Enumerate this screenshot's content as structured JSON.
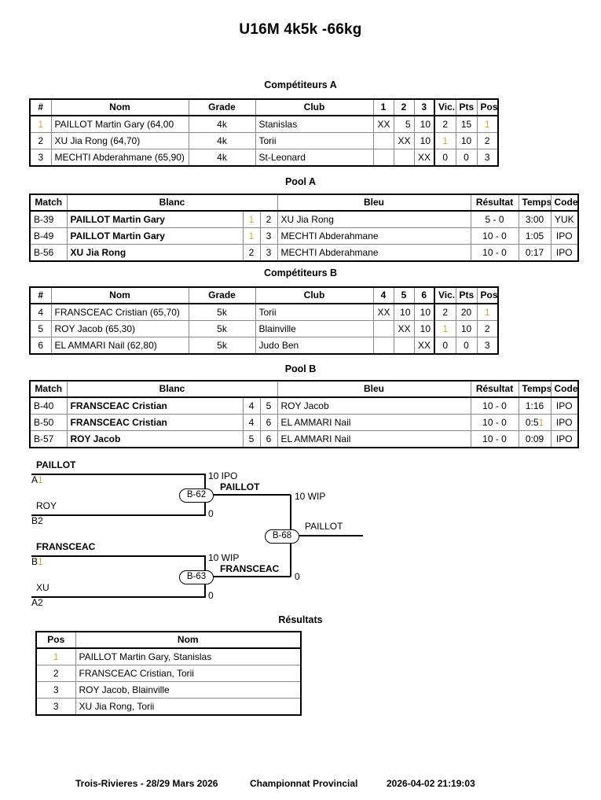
{
  "title": "U16M 4k5k -66kg",
  "sections": {
    "competitors_a": "Compétiteurs A",
    "pool_a": "Pool A",
    "competitors_b": "Compétiteurs B",
    "pool_b": "Pool B",
    "results": "Résultats"
  },
  "competitors_headers": {
    "num": "#",
    "name": "Nom",
    "grade": "Grade",
    "club": "Club",
    "vic": "Vic.",
    "pts": "Pts",
    "pos": "Pos"
  },
  "pool_headers": {
    "match": "Match",
    "blanc": "Blanc",
    "bleu": "Bleu",
    "resultat": "Résultat",
    "temps": "Temps",
    "code": "Code"
  },
  "results_headers": {
    "pos": "Pos",
    "name": "Nom"
  },
  "competitors_a": {
    "score_columns": [
      "1",
      "2",
      "3"
    ],
    "rows": [
      {
        "num": "1",
        "num_gold": true,
        "name": "PAILLOT Martin Gary (64,00",
        "grade": "4k",
        "club": "Stanislas",
        "scores": [
          "XX",
          "5",
          "10"
        ],
        "vic": "2",
        "vic_gold": false,
        "pts": "15",
        "pos": "1",
        "pos_gold": true
      },
      {
        "num": "2",
        "num_gold": false,
        "name": "XU Jia Rong (64,70)",
        "grade": "4k",
        "club": "Torii",
        "scores": [
          "",
          "XX",
          "10"
        ],
        "vic": "1",
        "vic_gold": true,
        "pts": "10",
        "pos": "2",
        "pos_gold": false
      },
      {
        "num": "3",
        "num_gold": false,
        "name": "MECHTI Abderahmane (65,90)",
        "grade": "4k",
        "club": "St-Leonard",
        "scores": [
          "",
          "",
          "XX"
        ],
        "vic": "0",
        "vic_gold": false,
        "pts": "0",
        "pos": "3",
        "pos_gold": false
      }
    ]
  },
  "competitors_b": {
    "score_columns": [
      "4",
      "5",
      "6"
    ],
    "rows": [
      {
        "num": "4",
        "num_gold": false,
        "name": "FRANSCEAC Cristian (65,70)",
        "grade": "5k",
        "club": "Torii",
        "scores": [
          "XX",
          "10",
          "10"
        ],
        "vic": "2",
        "vic_gold": false,
        "pts": "20",
        "pos": "1",
        "pos_gold": true
      },
      {
        "num": "5",
        "num_gold": false,
        "name": "ROY Jacob (65,30)",
        "grade": "5k",
        "club": "Blainville",
        "scores": [
          "",
          "XX",
          "10"
        ],
        "vic": "1",
        "vic_gold": true,
        "pts": "10",
        "pos": "2",
        "pos_gold": false
      },
      {
        "num": "6",
        "num_gold": false,
        "name": "EL AMMARI Nail (62,80)",
        "grade": "5k",
        "club": "Judo Ben",
        "scores": [
          "",
          "",
          "XX"
        ],
        "vic": "0",
        "vic_gold": false,
        "pts": "0",
        "pos": "3",
        "pos_gold": false
      }
    ]
  },
  "pool_a": {
    "rows": [
      {
        "match": "B-39",
        "blanc": "PAILLOT Martin Gary",
        "blanc_bold": true,
        "blanc_num": "1",
        "blanc_num_gold": true,
        "bleu_num": "2",
        "bleu_num_gold": false,
        "bleu": "XU Jia Rong",
        "bleu_bold": false,
        "resultat": "5 - 0",
        "temps": "3:00",
        "code": "YUK"
      },
      {
        "match": "B-49",
        "blanc": "PAILLOT Martin Gary",
        "blanc_bold": true,
        "blanc_num": "1",
        "blanc_num_gold": true,
        "bleu_num": "3",
        "bleu_num_gold": false,
        "bleu": "MECHTI Abderahmane",
        "bleu_bold": false,
        "resultat": "10 - 0",
        "temps": "1:05",
        "code": "IPO"
      },
      {
        "match": "B-56",
        "blanc": "XU Jia Rong",
        "blanc_bold": true,
        "blanc_num": "2",
        "blanc_num_gold": false,
        "bleu_num": "3",
        "bleu_num_gold": false,
        "bleu": "MECHTI Abderahmane",
        "bleu_bold": false,
        "resultat": "10 - 0",
        "temps": "0:17",
        "code": "IPO"
      }
    ]
  },
  "pool_b": {
    "rows": [
      {
        "match": "B-40",
        "blanc": "FRANSCEAC Cristian",
        "blanc_bold": true,
        "blanc_num": "4",
        "blanc_num_gold": false,
        "bleu_num": "5",
        "bleu_num_gold": false,
        "bleu": "ROY Jacob",
        "bleu_bold": false,
        "resultat": "10 - 0",
        "temps": "1:16",
        "code": "IPO"
      },
      {
        "match": "B-50",
        "blanc": "FRANSCEAC Cristian",
        "blanc_bold": true,
        "blanc_num": "4",
        "blanc_num_gold": false,
        "bleu_num": "6",
        "bleu_num_gold": false,
        "bleu": "EL AMMARI Nail",
        "bleu_bold": false,
        "resultat": "10 - 0",
        "temps": "0:51",
        "code": "IPO"
      },
      {
        "match": "B-57",
        "blanc": "ROY Jacob",
        "blanc_bold": true,
        "blanc_num": "5",
        "blanc_num_gold": false,
        "bleu_num": "6",
        "bleu_num_gold": false,
        "bleu": "EL AMMARI Nail",
        "bleu_bold": false,
        "resultat": "10 - 0",
        "temps": "0:09",
        "code": "IPO"
      }
    ]
  },
  "bracket": {
    "semifinal_1": {
      "match": "B-62",
      "top_competitor": "PAILLOT",
      "top_seed": "A1",
      "top_seed_gold": true,
      "top_bold": true,
      "bottom_competitor": "ROY",
      "bottom_seed": "B2",
      "bottom_seed_gold": false,
      "bottom_bold": false,
      "top_score": "10 IPO",
      "bottom_score": "0",
      "winner": "PAILLOT"
    },
    "semifinal_2": {
      "match": "B-63",
      "top_competitor": "FRANSCEAC",
      "top_seed": "B1",
      "top_seed_gold": true,
      "top_bold": true,
      "bottom_competitor": "XU",
      "bottom_seed": "A2",
      "bottom_seed_gold": false,
      "bottom_bold": false,
      "top_score": "10 WIP",
      "bottom_score": "0",
      "winner": "FRANSCEAC"
    },
    "final": {
      "match": "B-68",
      "top_score": "10 WIP",
      "bottom_score": "0",
      "winner": "PAILLOT"
    }
  },
  "results": {
    "rows": [
      {
        "pos": "1",
        "pos_gold": true,
        "name": "PAILLOT Martin Gary, Stanislas"
      },
      {
        "pos": "2",
        "pos_gold": false,
        "name": "FRANSCEAC Cristian, Torii"
      },
      {
        "pos": "3",
        "pos_gold": false,
        "name": "ROY Jacob, Blainville"
      },
      {
        "pos": "3",
        "pos_gold": false,
        "name": "XU Jia Rong, Torii"
      }
    ]
  },
  "footer": {
    "venue": "Trois-Rivieres - 28/29 Mars 2026",
    "event": "Championnat Provincial",
    "timestamp": "2026-04-02 21:19:03"
  }
}
